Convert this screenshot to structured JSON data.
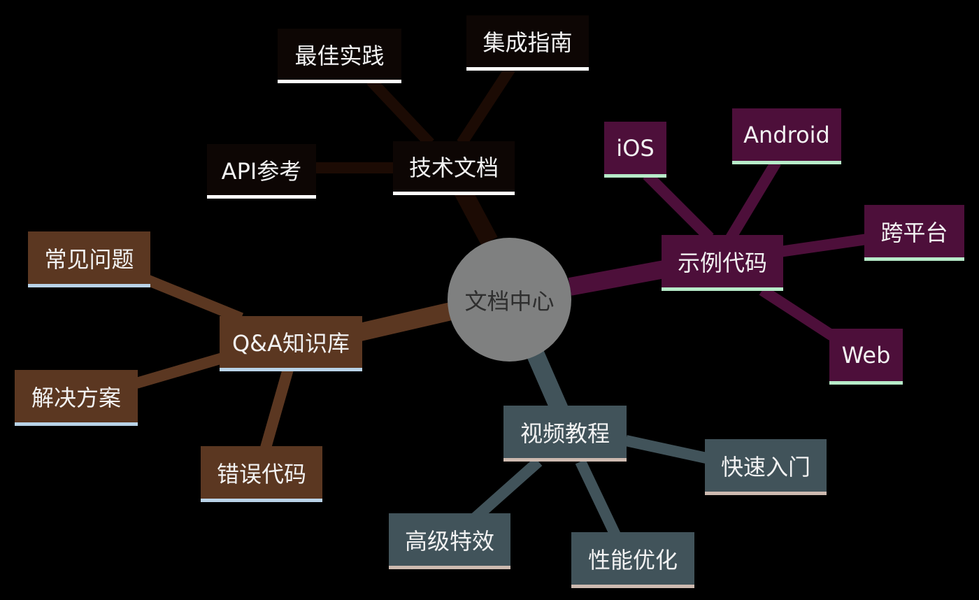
{
  "diagram": {
    "center": {
      "label": "文档中心"
    },
    "colors": {
      "background": "#000000",
      "center_fill": "#7f8080",
      "tech_line": "#1c0b04",
      "sample_line": "#4d0f3a",
      "qa_line": "#5b3721",
      "video_line": "#41535a"
    },
    "branches": {
      "tech_docs": {
        "label": "技术文档",
        "children": [
          "API参考",
          "最佳实践",
          "集成指南"
        ]
      },
      "sample_code": {
        "label": "示例代码",
        "children": [
          "iOS",
          "Android",
          "跨平台",
          "Web"
        ]
      },
      "qa_kb": {
        "label": "Q&A知识库",
        "children": [
          "常见问题",
          "解决方案",
          "错误代码"
        ]
      },
      "video": {
        "label": "视频教程",
        "children": [
          "快速入门",
          "高级特效",
          "性能优化"
        ]
      }
    }
  }
}
